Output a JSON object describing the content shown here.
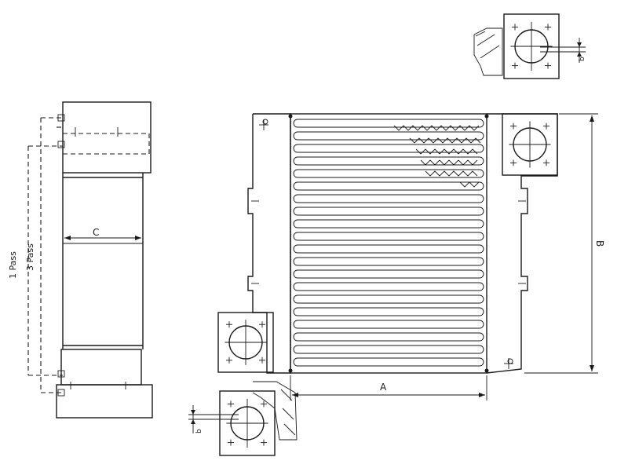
{
  "labels": {
    "pass_1": "1 Pass",
    "pass_3": "3 Pass",
    "dim_a": "A",
    "dim_b": "B",
    "dim_c": "C",
    "dim_b_small_top": "b",
    "dim_b_small_bottom": "b"
  },
  "colors": {
    "ink": "#1a1a1a",
    "paper": "#ffffff"
  }
}
